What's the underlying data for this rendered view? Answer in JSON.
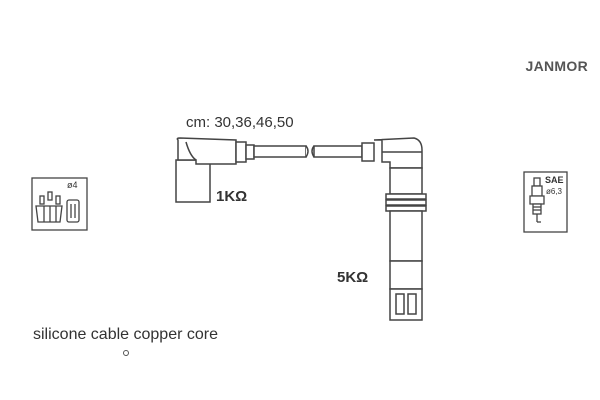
{
  "brand": "JANMOR",
  "lengths_label": "cm: 30,36,46,50",
  "resistor_distributor": "1KΩ",
  "resistor_plug": "5KΩ",
  "material_label": "silicone cable copper core",
  "distributor_icon": {
    "icon": "distributor-cap-icon",
    "size_label": "ø4"
  },
  "plug_icon": {
    "icon": "spark-plug-icon",
    "standard_label": "SAE",
    "size_label": "ø6,3"
  },
  "colors": {
    "line": "#444444",
    "fill": "#ffffff",
    "text": "#333333"
  }
}
